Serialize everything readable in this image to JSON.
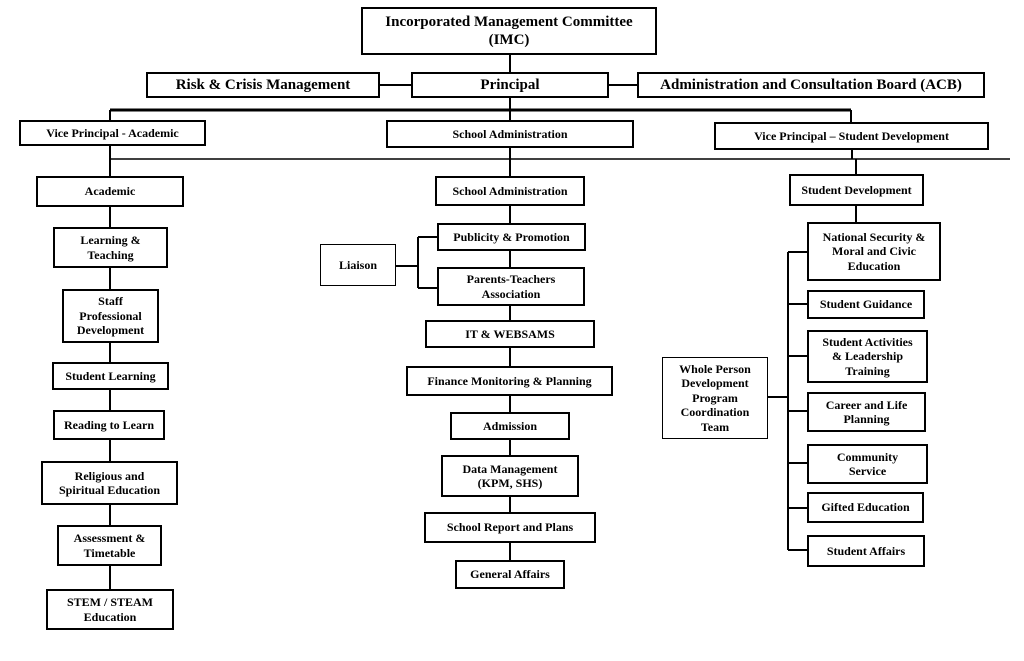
{
  "nodes": {
    "imc": "Incorporated Management Committee\n(IMC)",
    "risk": "Risk & Crisis Management",
    "principal": "Principal",
    "acb": "Administration and Consultation Board (ACB)",
    "vp_academic": "Vice Principal - Academic",
    "school_admin_top": "School Administration",
    "vp_student": "Vice Principal – Student Development",
    "academic": "Academic",
    "learning_teaching": "Learning &\nTeaching",
    "staff_prof_dev": "Staff\nProfessional\nDevelopment",
    "student_learning": "Student Learning",
    "reading_to_learn": "Reading to Learn",
    "religious": "Religious and\nSpiritual Education",
    "assessment": "Assessment &\nTimetable",
    "stem": "STEM / STEAM\nEducation",
    "school_admin": "School Administration",
    "liaison": "Liaison",
    "publicity": "Publicity & Promotion",
    "pta": "Parents-Teachers\nAssociation",
    "it_websams": "IT & WEBSAMS",
    "finance": "Finance Monitoring & Planning",
    "admission": "Admission",
    "data_mgmt": "Data Management\n(KPM, SHS)",
    "school_report": "School Report and Plans",
    "general_affairs": "General Affairs",
    "student_dev": "Student Development",
    "whole_person": "Whole Person\nDevelopment\nProgram\nCoordination\nTeam",
    "national_security": "National Security &\nMoral and Civic\nEducation",
    "student_guidance": "Student Guidance",
    "student_activities": "Student Activities\n& Leadership\nTraining",
    "career": "Career and Life\nPlanning",
    "community": "Community\nService",
    "gifted": "Gifted Education",
    "student_affairs": "Student Affairs"
  }
}
